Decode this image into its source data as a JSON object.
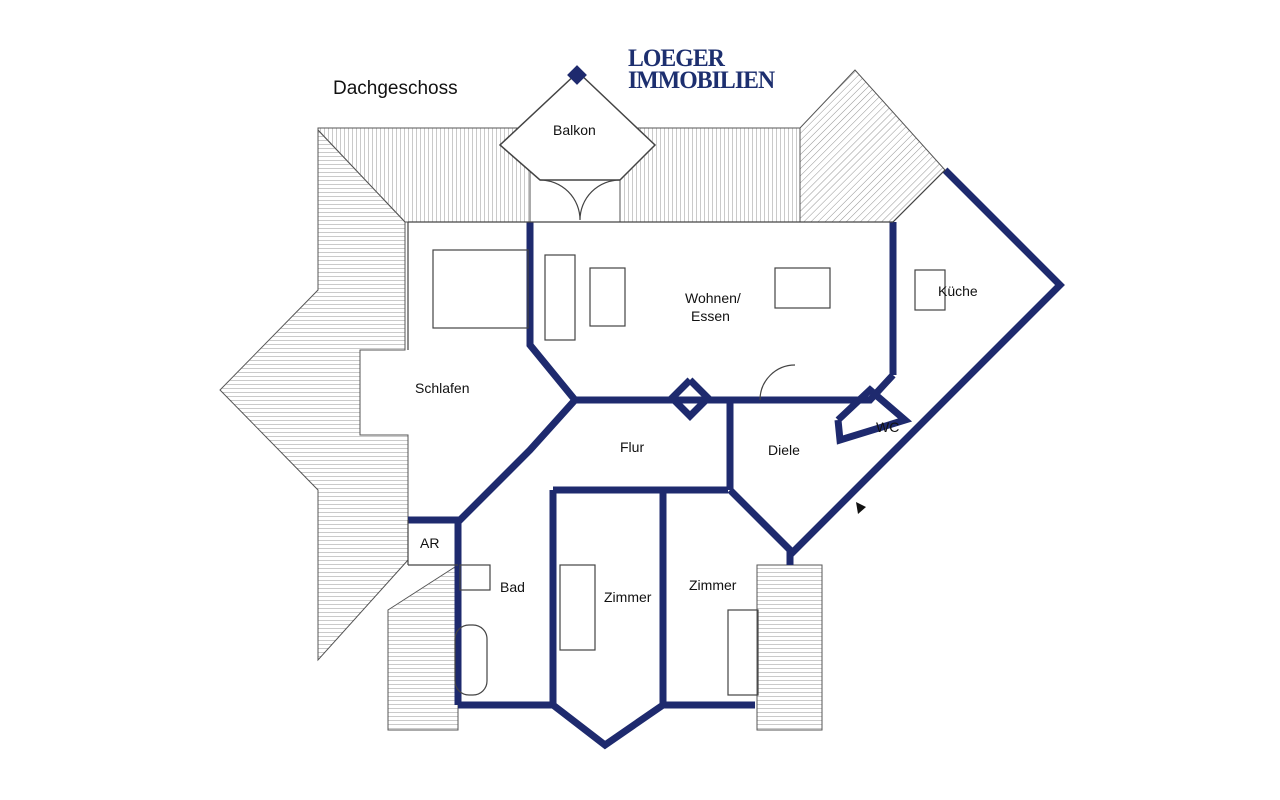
{
  "title": "Dachgeschoss",
  "logo": {
    "line1": "LOEGER",
    "line2": "IMMOBILIEN"
  },
  "rooms": {
    "balkon": "Balkon",
    "wohnen1": "Wohnen/",
    "wohnen2": "Essen",
    "kueche": "Küche",
    "schlafen": "Schlafen",
    "flur": "Flur",
    "diele": "Diele",
    "wc": "WC",
    "ar": "AR",
    "bad": "Bad",
    "zimmer1": "Zimmer",
    "zimmer2": "Zimmer"
  },
  "colors": {
    "wall": "#1e2a6e",
    "line": "#444444"
  }
}
